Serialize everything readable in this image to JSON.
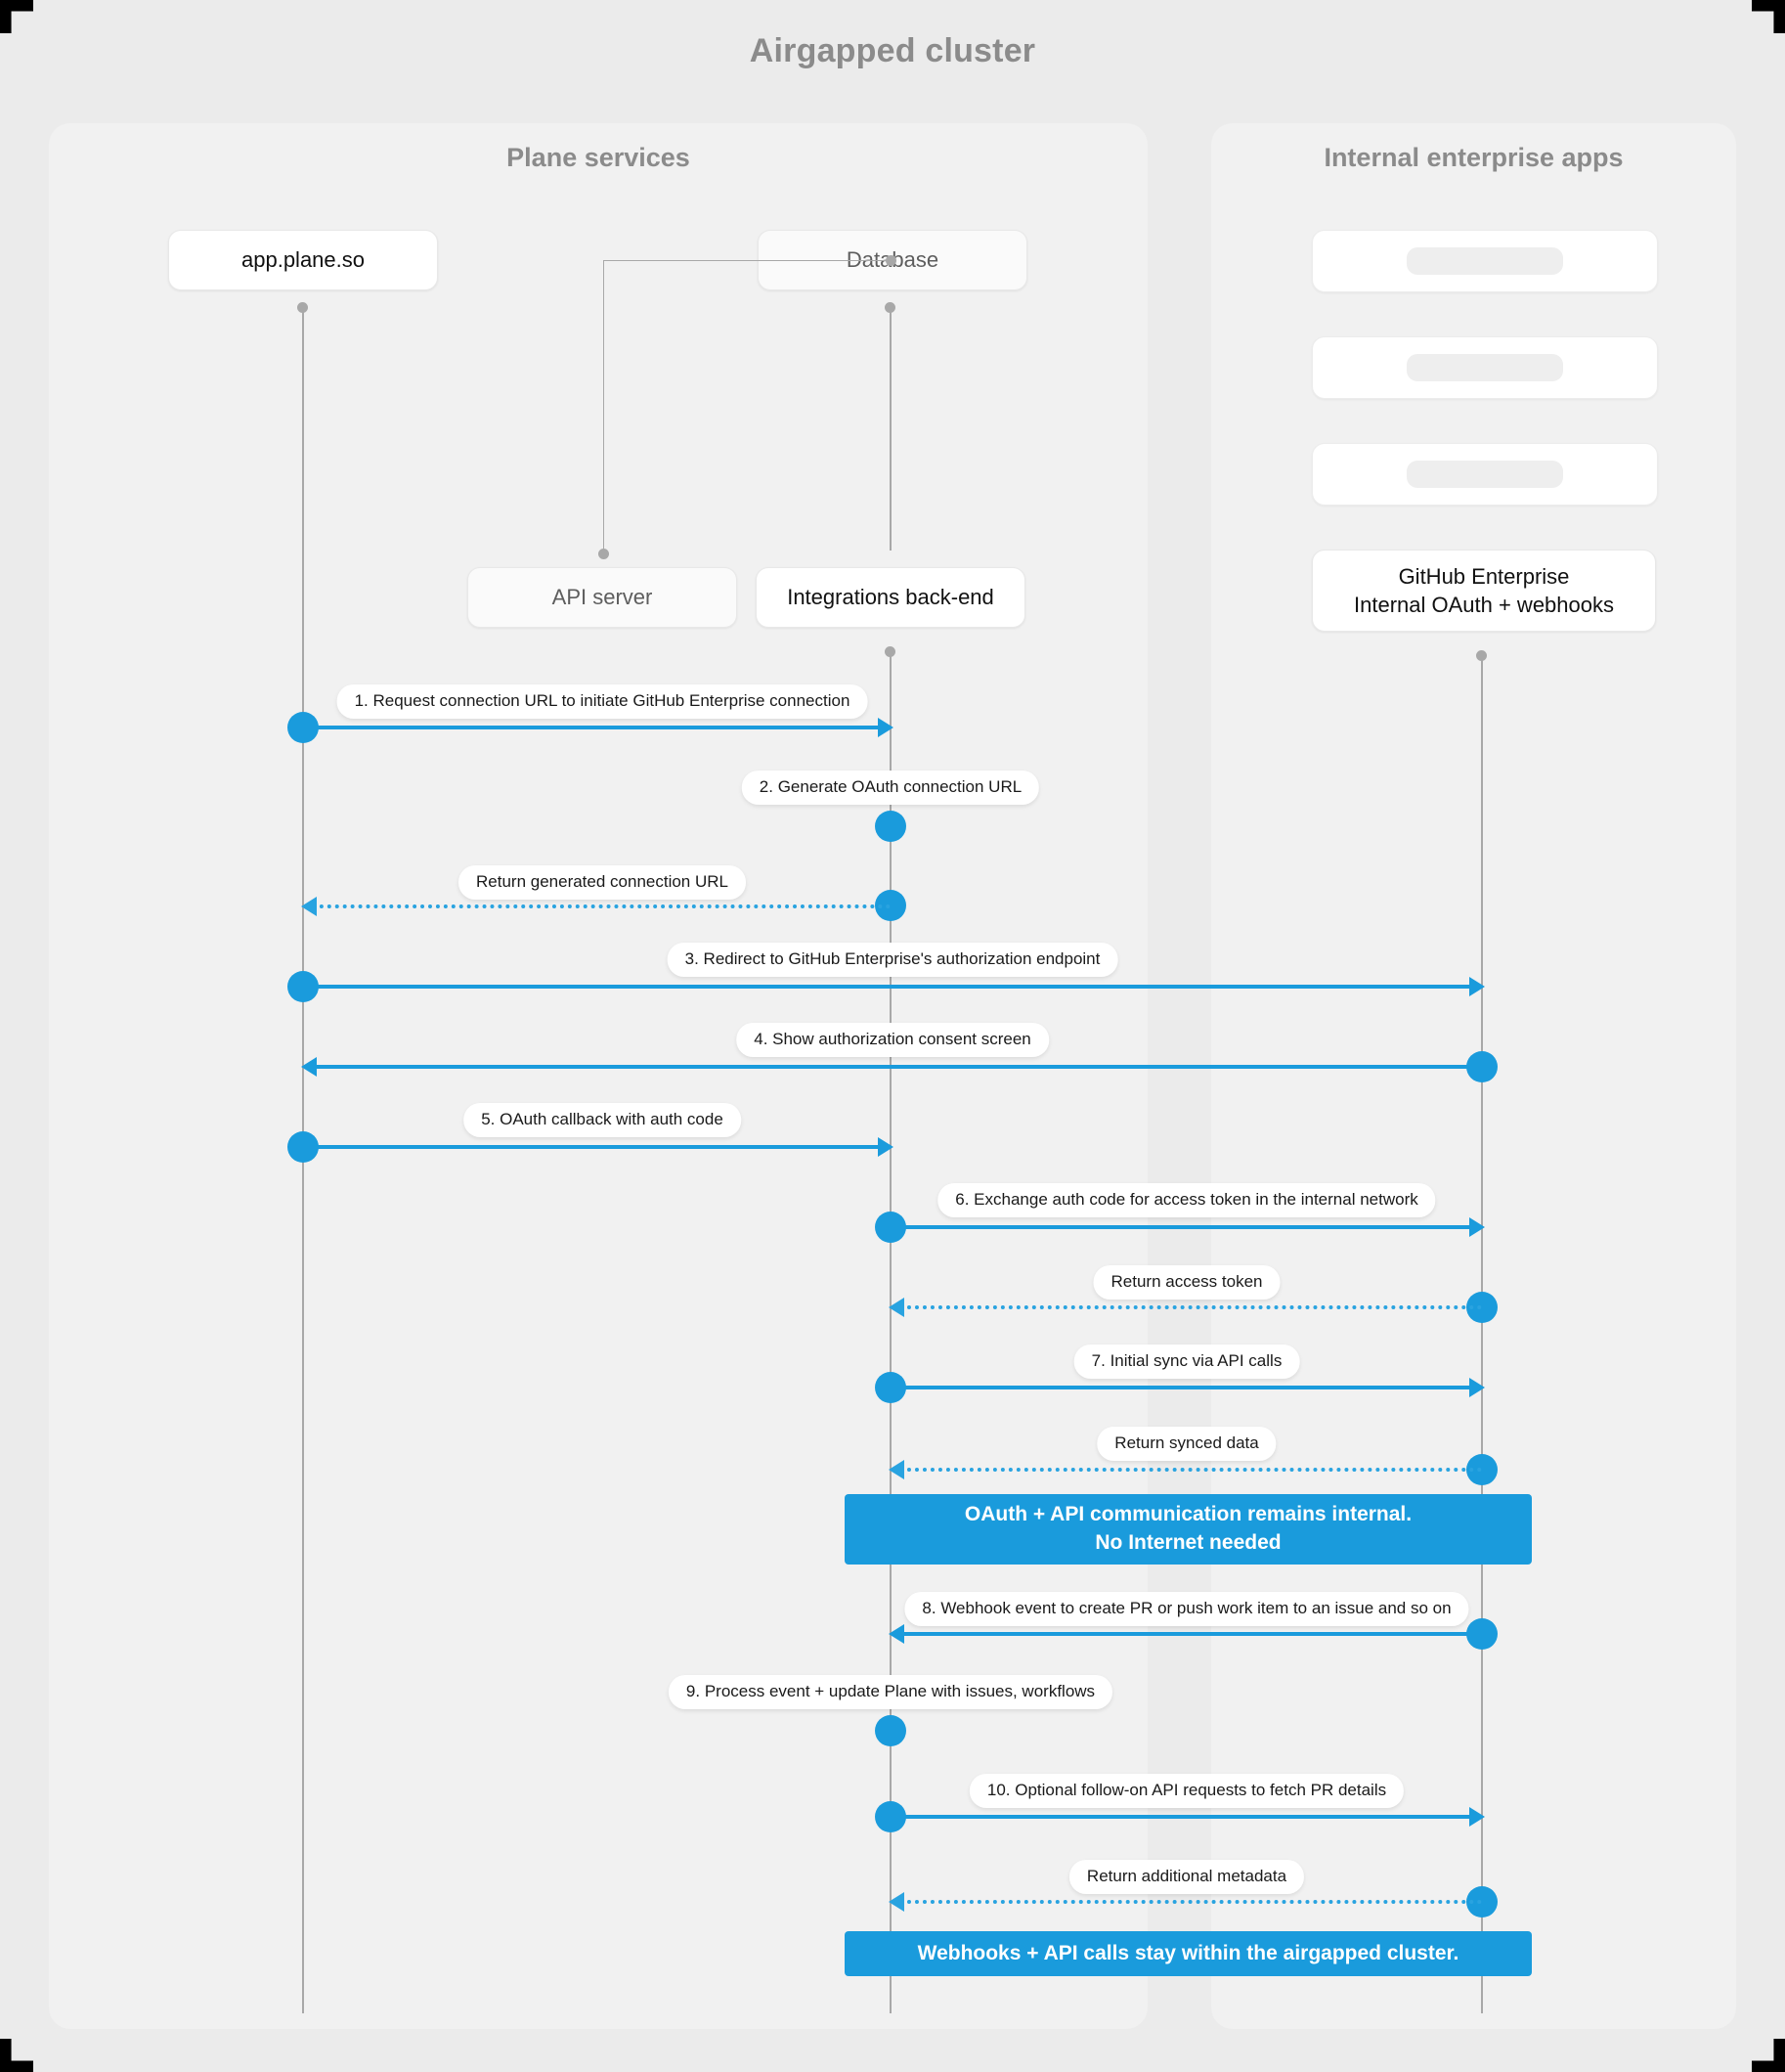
{
  "title": "Airgapped cluster",
  "panels": {
    "left": {
      "title": "Plane services"
    },
    "right": {
      "title": "Internal enterprise apps"
    }
  },
  "participants": [
    {
      "id": "app",
      "label": "app.plane.so"
    },
    {
      "id": "database",
      "label": "Database"
    },
    {
      "id": "api",
      "label": "API server"
    },
    {
      "id": "backend",
      "label": "Integrations back-end"
    },
    {
      "id": "github",
      "label": "GitHub Enterprise\nInternal OAuth + webhooks"
    }
  ],
  "participant_labels": {
    "app": "app.plane.so",
    "database": "Database",
    "api": "API server",
    "backend": "Integrations back-end",
    "github_line1": "GitHub Enterprise",
    "github_line2": "Internal OAuth + webhooks"
  },
  "placeholders": [
    {
      "id": "skeleton-1"
    },
    {
      "id": "skeleton-2"
    },
    {
      "id": "skeleton-3"
    }
  ],
  "messages": [
    {
      "n": 1,
      "text": "1. Request connection URL to initiate GitHub Enterprise connection",
      "from": "app",
      "to": "backend",
      "style": "solid"
    },
    {
      "n": 2,
      "text": "2. Generate OAuth connection URL",
      "from": "backend",
      "to": "backend",
      "style": "self"
    },
    {
      "n": 3,
      "text": "Return generated connection URL",
      "from": "backend",
      "to": "app",
      "style": "dashed"
    },
    {
      "n": 4,
      "text": "3. Redirect to GitHub Enterprise's authorization endpoint",
      "from": "app",
      "to": "github",
      "style": "solid"
    },
    {
      "n": 5,
      "text": "4. Show authorization consent screen",
      "from": "github",
      "to": "app",
      "style": "solid"
    },
    {
      "n": 6,
      "text": "5. OAuth callback with auth code",
      "from": "app",
      "to": "backend",
      "style": "solid"
    },
    {
      "n": 7,
      "text": "6. Exchange auth code for access token in the internal network",
      "from": "backend",
      "to": "github",
      "style": "solid"
    },
    {
      "n": 8,
      "text": "Return access token",
      "from": "github",
      "to": "backend",
      "style": "dashed"
    },
    {
      "n": 9,
      "text": "7. Initial sync via API calls",
      "from": "backend",
      "to": "github",
      "style": "solid"
    },
    {
      "n": 10,
      "text": "Return synced data",
      "from": "github",
      "to": "backend",
      "style": "dashed"
    },
    {
      "n": 11,
      "text": "8. Webhook event to create PR  or push work item to an issue  and so on",
      "from": "github",
      "to": "backend",
      "style": "solid"
    },
    {
      "n": 12,
      "text": "9. Process event + update Plane with issues, workflows",
      "from": "backend",
      "to": "backend",
      "style": "self"
    },
    {
      "n": 13,
      "text": "10. Optional follow-on API requests to fetch PR details",
      "from": "backend",
      "to": "github",
      "style": "solid"
    },
    {
      "n": 14,
      "text": "Return additional metadata",
      "from": "github",
      "to": "backend",
      "style": "dashed"
    }
  ],
  "notes": [
    {
      "id": "note-internal",
      "line1": "OAuth + API communication remains internal.",
      "line2": "No Internet needed"
    },
    {
      "id": "note-airgapped",
      "line1": "Webhooks + API calls stay within the airgapped cluster.",
      "line2": ""
    }
  ],
  "colors": {
    "accent": "#1a9bdc",
    "accent_dashed": "#29a3e0",
    "canvas_bg": "#ebebeb",
    "panel_bg": "#f1f1f1",
    "lifeline": "#a8a8a8",
    "node_bg": "#ffffff",
    "title_text": "#8b8b8b"
  }
}
